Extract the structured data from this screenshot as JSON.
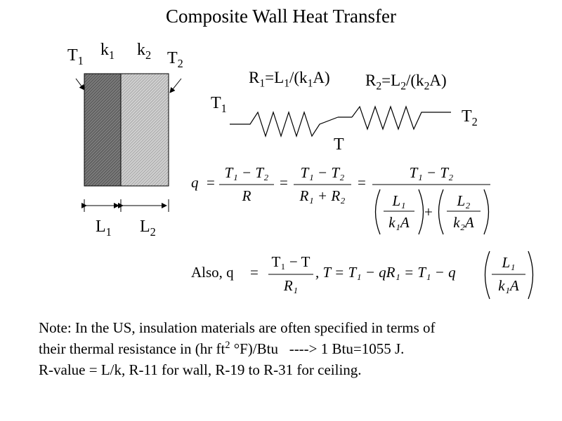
{
  "title": "Composite Wall Heat Transfer",
  "wall": {
    "t1": {
      "main": "T",
      "sub": "1"
    },
    "t2": {
      "main": "T",
      "sub": "2"
    },
    "k1": {
      "main": "k",
      "sub": "1"
    },
    "k2": {
      "main": "k",
      "sub": "2"
    },
    "l1": {
      "main": "L",
      "sub": "1"
    },
    "l2": {
      "main": "L",
      "sub": "2"
    },
    "colors": {
      "layer1": "#7a7a7a",
      "layer2": "#cfcfcf"
    }
  },
  "circuit": {
    "r1": {
      "a": "R",
      "a_sub": "1",
      "b": "=L",
      "b_sub": "1",
      "c": "/(k",
      "c_sub": "1",
      "d": "A)"
    },
    "r2": {
      "a": "R",
      "a_sub": "2",
      "b": "=L",
      "b_sub": "2",
      "c": "/(k",
      "c_sub": "2",
      "d": "A)"
    },
    "t1": {
      "main": "T",
      "sub": "1"
    },
    "t2": {
      "main": "T",
      "sub": "2"
    },
    "t_mid": "T"
  },
  "equation1": {
    "lhs": "q",
    "eq": "=",
    "frac1_num": "T₁ − T₂",
    "frac1_den": "R",
    "frac2_num": "T₁ − T₂",
    "frac2_den": "R₁ + R₂",
    "frac3_num": "T₁ − T₂",
    "den_L1": "L₁",
    "den_k1A": "k₁A",
    "plus": "+",
    "den_L2": "L₂",
    "den_k2A": "k₂A"
  },
  "equation2": {
    "also": "Also,  q",
    "eq": "=",
    "frac_num": "T₁ − T",
    "frac_den": "R₁",
    "mid": ",  T  =  T₁ − qR₁  =  T₁ − q",
    "L1": "L₁",
    "k1A": "k₁A"
  },
  "note": {
    "line1": "Note: In the US, insulation materials are often specified in terms of",
    "line2a": "their thermal resistance in (hr ft",
    "line2sup": "2",
    "line2b": " °F)/Btu   ----> 1 Btu=1055 J.",
    "line3": "R-value = L/k, R-11 for wall, R-19 to R-31 for ceiling."
  }
}
